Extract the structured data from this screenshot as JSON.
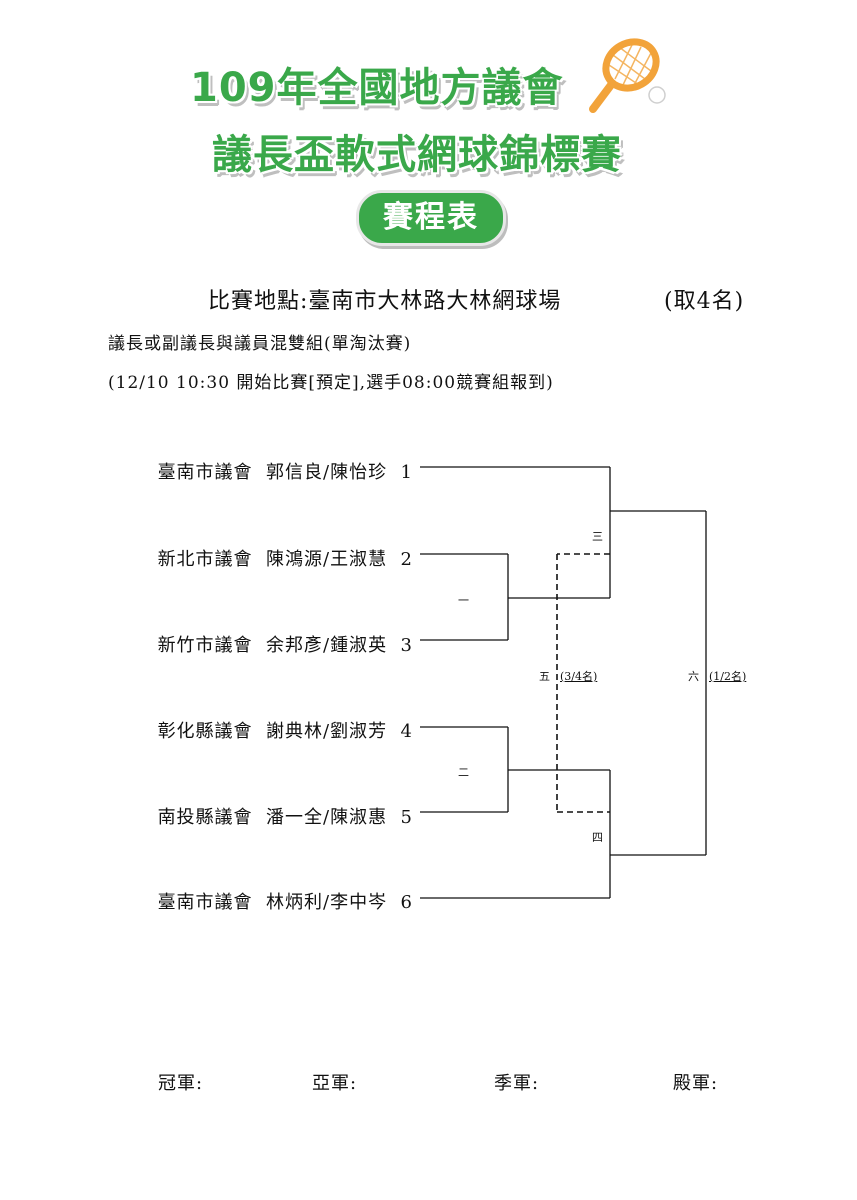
{
  "header": {
    "title_line1": "109年全國地方議會",
    "title_line2": "議長盃軟式網球錦標賽",
    "badge": "賽程表",
    "brand_color": "#3aa84a"
  },
  "venue": "比賽地點:臺南市大林路大林網球場",
  "quota": "(取4名)",
  "division": "議長或副議長與議員混雙組(單淘汰賽)",
  "schedule": "(12/10 10:30 開始比賽[預定],選手08:00競賽組報到)",
  "entries": [
    {
      "council": "臺南市議會",
      "players": "郭信良/陳怡珍",
      "seed": "1"
    },
    {
      "council": "新北市議會",
      "players": "陳鴻源/王淑慧",
      "seed": "2"
    },
    {
      "council": "新竹市議會",
      "players": "余邦彥/鍾淑英",
      "seed": "3"
    },
    {
      "council": "彰化縣議會",
      "players": "謝典林/劉淑芳",
      "seed": "4"
    },
    {
      "council": "南投縣議會",
      "players": "潘一全/陳淑惠",
      "seed": "5"
    },
    {
      "council": "臺南市議會",
      "players": "林炳利/李中岑",
      "seed": "6"
    }
  ],
  "matches": {
    "m1": "一",
    "m2": "二",
    "m3": "三",
    "m4": "四",
    "m5": "五",
    "m5_note": "(3/4名)",
    "m6": "六",
    "m6_note": "(1/2名)"
  },
  "results": {
    "champion": "冠軍:",
    "runner_up": "亞軍:",
    "third": "季軍:",
    "fourth": "殿軍:"
  }
}
